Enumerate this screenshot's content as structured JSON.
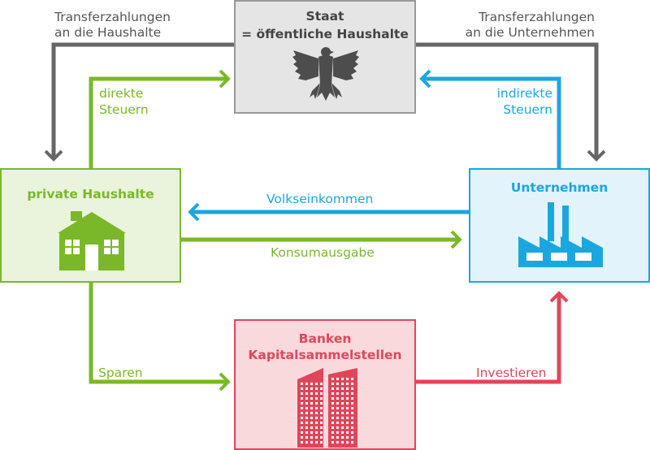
{
  "staat": {
    "title_line1": "Staat",
    "title_line2": "= öffentliche Haushalte"
  },
  "haushalte": {
    "title": "private Haushalte"
  },
  "unternehmen": {
    "title": "Unternehmen"
  },
  "banken": {
    "title_line1": "Banken",
    "title_line2": "Kapitalsammelstellen"
  },
  "flows": {
    "transfer_haushalte_line1": "Transferzahlungen",
    "transfer_haushalte_line2": "an die Haushalte",
    "transfer_unternehmen_line1": "Transferzahlungen",
    "transfer_unternehmen_line2": "an die Unternehmen",
    "direkte_steuern_line1": "direkte",
    "direkte_steuern_line2": "Steuern",
    "indirekte_steuern_line1": "indirekte",
    "indirekte_steuern_line2": "Steuern",
    "volkseinkommen": "Volkseinkommen",
    "konsumausgabe": "Konsumausgabe",
    "sparen": "Sparen",
    "investieren": "Investieren"
  },
  "colors": {
    "grey": "#666666",
    "green": "#7ab829",
    "blue": "#1aa7e0",
    "red": "#e0465a",
    "staat_fill": "#e5e5e5",
    "haushalte_fill": "#eaf3dc",
    "unternehmen_fill": "#e2f3fb",
    "banken_fill": "#fad9dd"
  }
}
